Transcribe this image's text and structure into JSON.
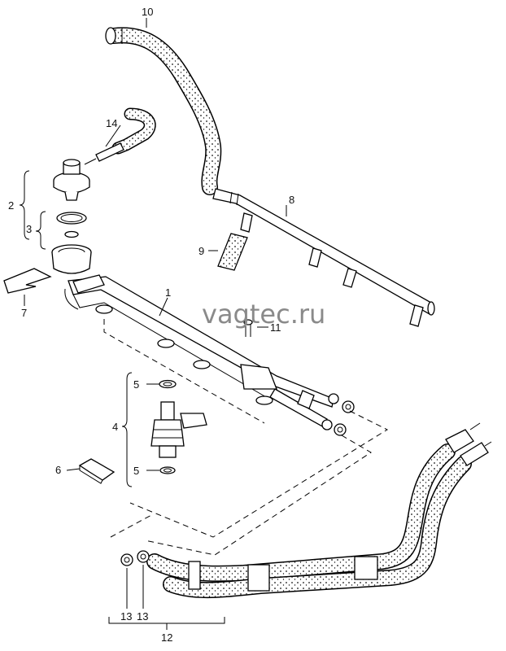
{
  "watermark": "vagtec.ru",
  "callouts": {
    "p1": "1",
    "p2": "2",
    "p3": "3",
    "p4": "4",
    "p5a": "5",
    "p5b": "5",
    "p6": "6",
    "p7": "7",
    "p8": "8",
    "p9": "9",
    "p10": "10",
    "p11": "11",
    "p12": "12",
    "p13a": "13",
    "p13b": "13",
    "p14": "14"
  },
  "icons": {
    "fuel_rail": "fuel-rail-icon",
    "pressure_regulator": "pressure-regulator-icon",
    "injector": "injector-icon",
    "hose": "hose-icon",
    "clamp": "clamp-icon"
  }
}
